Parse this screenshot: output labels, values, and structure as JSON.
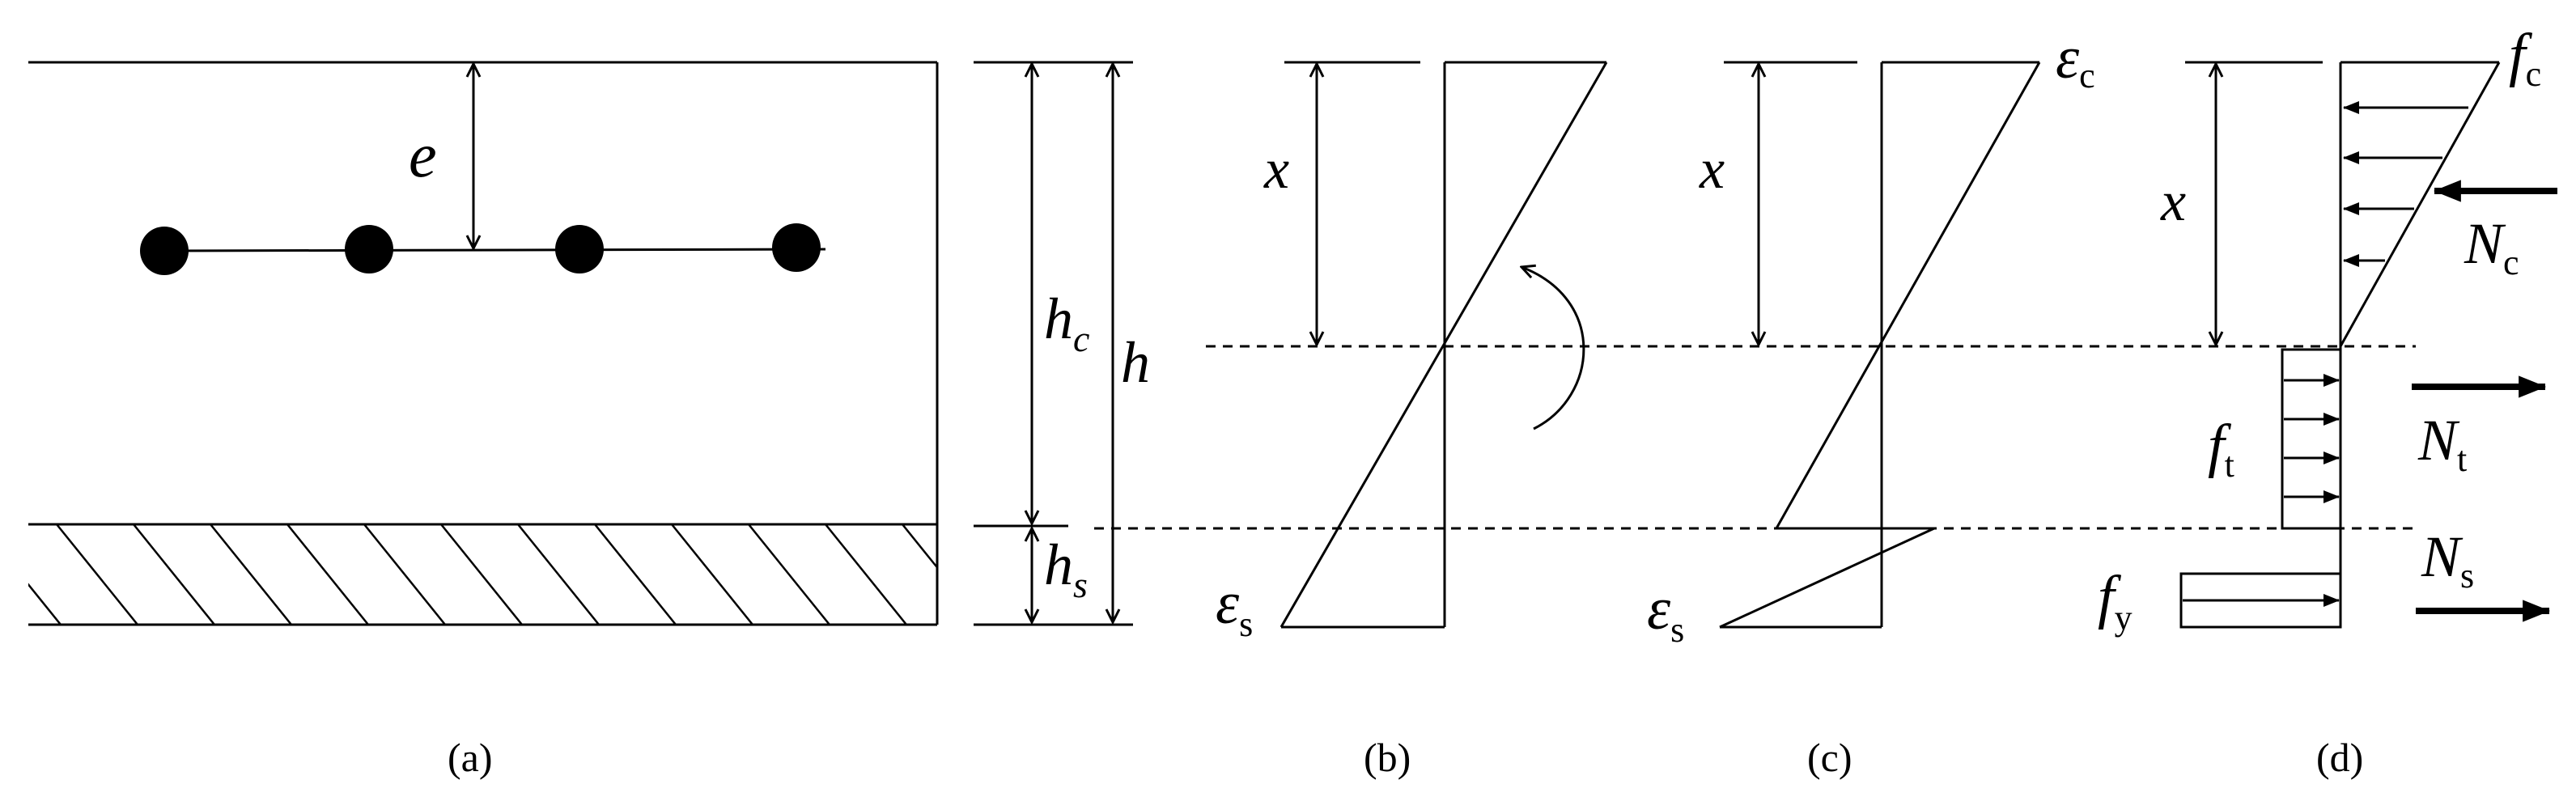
{
  "panels": {
    "a": {
      "caption": "(a)",
      "e_label": "e",
      "hc_label": "h",
      "hc_sub": "c",
      "h_label": "h",
      "hs_label": "h",
      "hs_sub": "s"
    },
    "b": {
      "caption": "(b)",
      "x_label": "x",
      "eps_label": "ε",
      "eps_sub": "s"
    },
    "c": {
      "caption": "(c)",
      "x_label": "x",
      "epsc_label": "ε",
      "epsc_sub": "c",
      "epss_label": "ε",
      "epss_sub": "s"
    },
    "d": {
      "caption": "(d)",
      "x_label": "x",
      "fc_label": "f",
      "fc_sub": "c",
      "Nc_label": "N",
      "Nc_sub": "c",
      "ft_label": "f",
      "ft_sub": "t",
      "Nt_label": "N",
      "Nt_sub": "t",
      "fy_label": "f",
      "fy_sub": "y",
      "Ns_label": "N",
      "Ns_sub": "s"
    }
  }
}
